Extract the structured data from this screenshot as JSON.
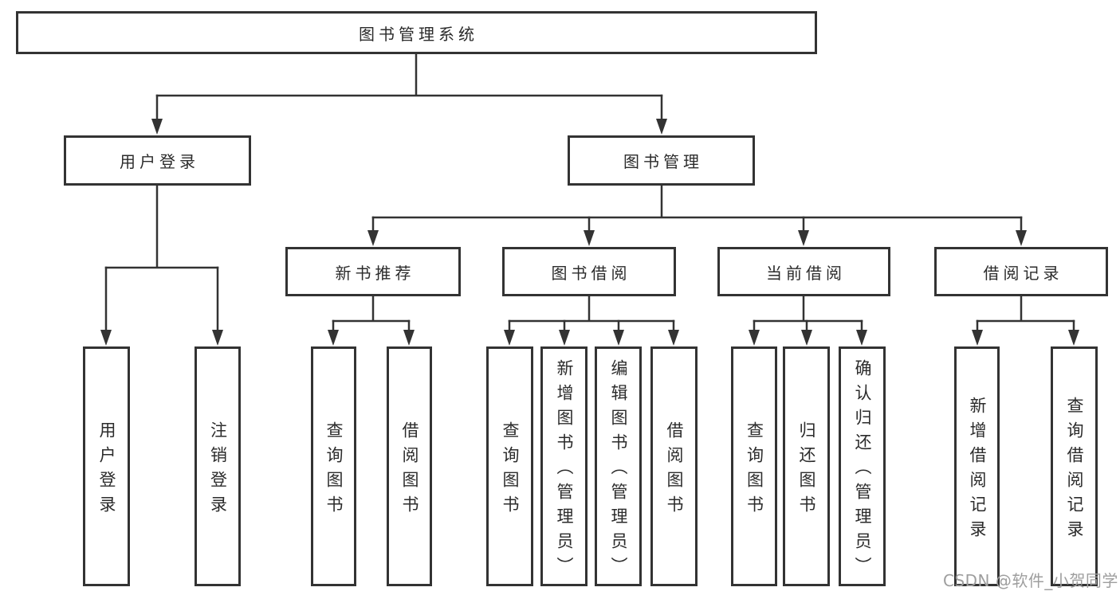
{
  "tree": {
    "root": "图书管理系统",
    "level2": [
      "用户登录",
      "图书管理"
    ],
    "level3": [
      "新书推荐",
      "图书借阅",
      "当前借阅",
      "借阅记录"
    ],
    "level4": [
      "用户登录",
      "注销登录",
      "查询图书",
      "借阅图书",
      "查询图书",
      "新增图书（管理员）",
      "编辑图书（管理员）",
      "借阅图书",
      "查询图书",
      "归还图书",
      "确认归还（管理员）",
      "新增借阅记录",
      "查询借阅记录"
    ]
  },
  "watermark": "CSDN @软件_小贺同学",
  "colors": {
    "line": "#333333",
    "box_border": "#333333",
    "background": "#ffffff",
    "text": "#2b2b2b",
    "watermark": "#9e9e9e"
  }
}
